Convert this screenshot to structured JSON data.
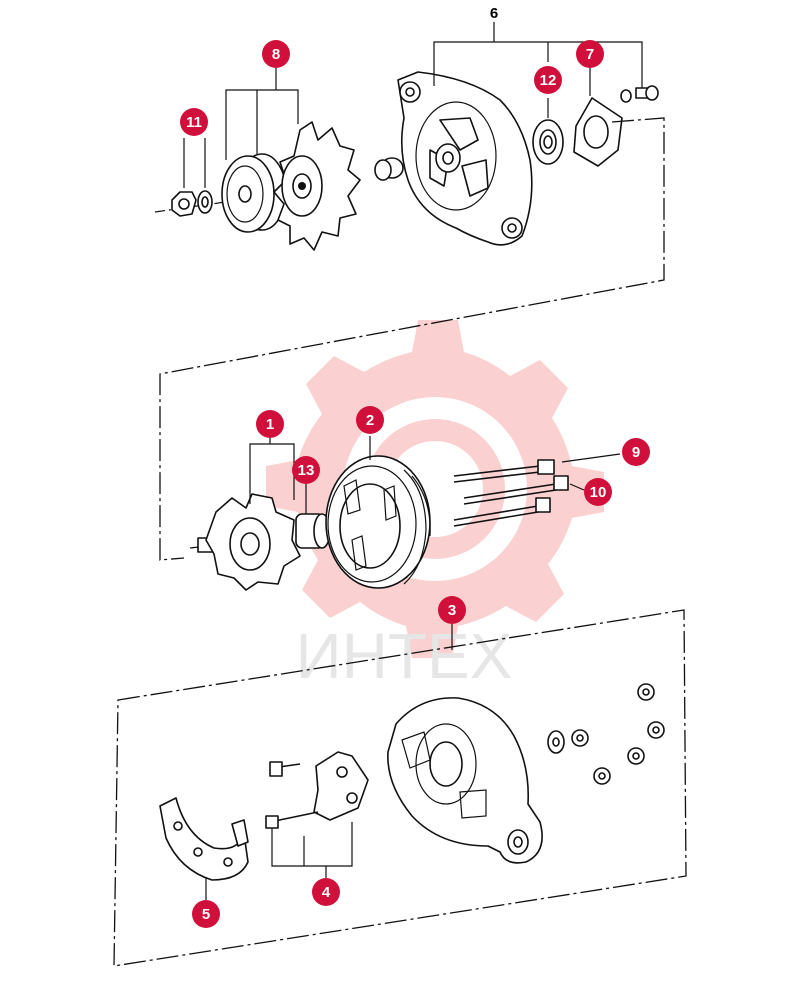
{
  "watermark": {
    "text": "ИНТЕХ",
    "color": "#f3b9b9"
  },
  "callout_color": "#d0103a",
  "callouts": [
    {
      "id": "c1",
      "label": "1"
    },
    {
      "id": "c2",
      "label": "2"
    },
    {
      "id": "c3",
      "label": "3"
    },
    {
      "id": "c4",
      "label": "4"
    },
    {
      "id": "c5",
      "label": "5"
    },
    {
      "id": "c7",
      "label": "7"
    },
    {
      "id": "c8",
      "label": "8"
    },
    {
      "id": "c9",
      "label": "9"
    },
    {
      "id": "c10",
      "label": "10"
    },
    {
      "id": "c11",
      "label": "11"
    },
    {
      "id": "c12",
      "label": "12"
    },
    {
      "id": "c13",
      "label": "13"
    }
  ],
  "plain_labels": {
    "part6": "6"
  }
}
